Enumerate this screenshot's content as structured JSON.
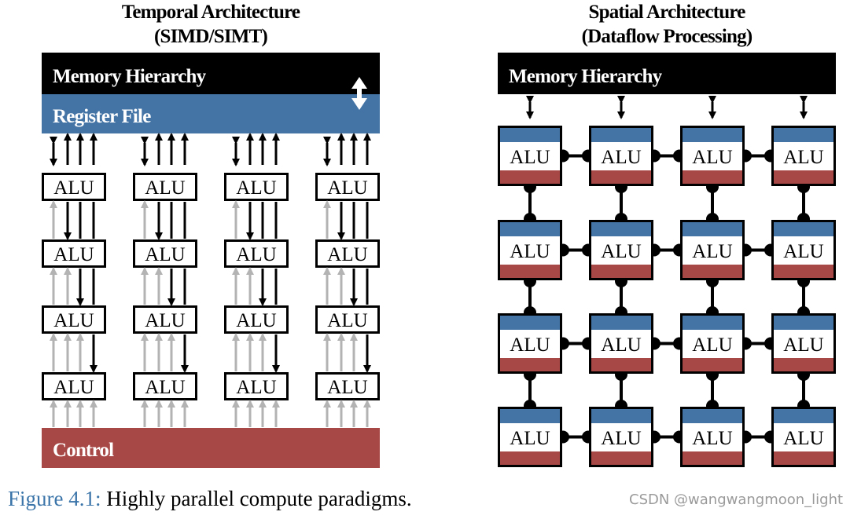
{
  "temporal": {
    "title_line1": "Temporal Architecture",
    "title_line2": "(SIMD/SIMT)",
    "memory_label": "Memory Hierarchy",
    "register_label": "Register File",
    "control_label": "Control",
    "alu_label": "ALU"
  },
  "spatial": {
    "title_line1": "Spatial Architecture",
    "title_line2": "(Dataflow Processing)",
    "memory_label": "Memory Hierarchy",
    "alu_label": "ALU"
  },
  "caption": {
    "label": "Figure 4.1:",
    "text": " Highly parallel compute paradigms."
  },
  "watermark": "CSDN @wangwangmoon_light",
  "colors": {
    "black": "#000000",
    "blue": "#4474a6",
    "red": "#a84846",
    "gray": "#b3b3b3"
  }
}
